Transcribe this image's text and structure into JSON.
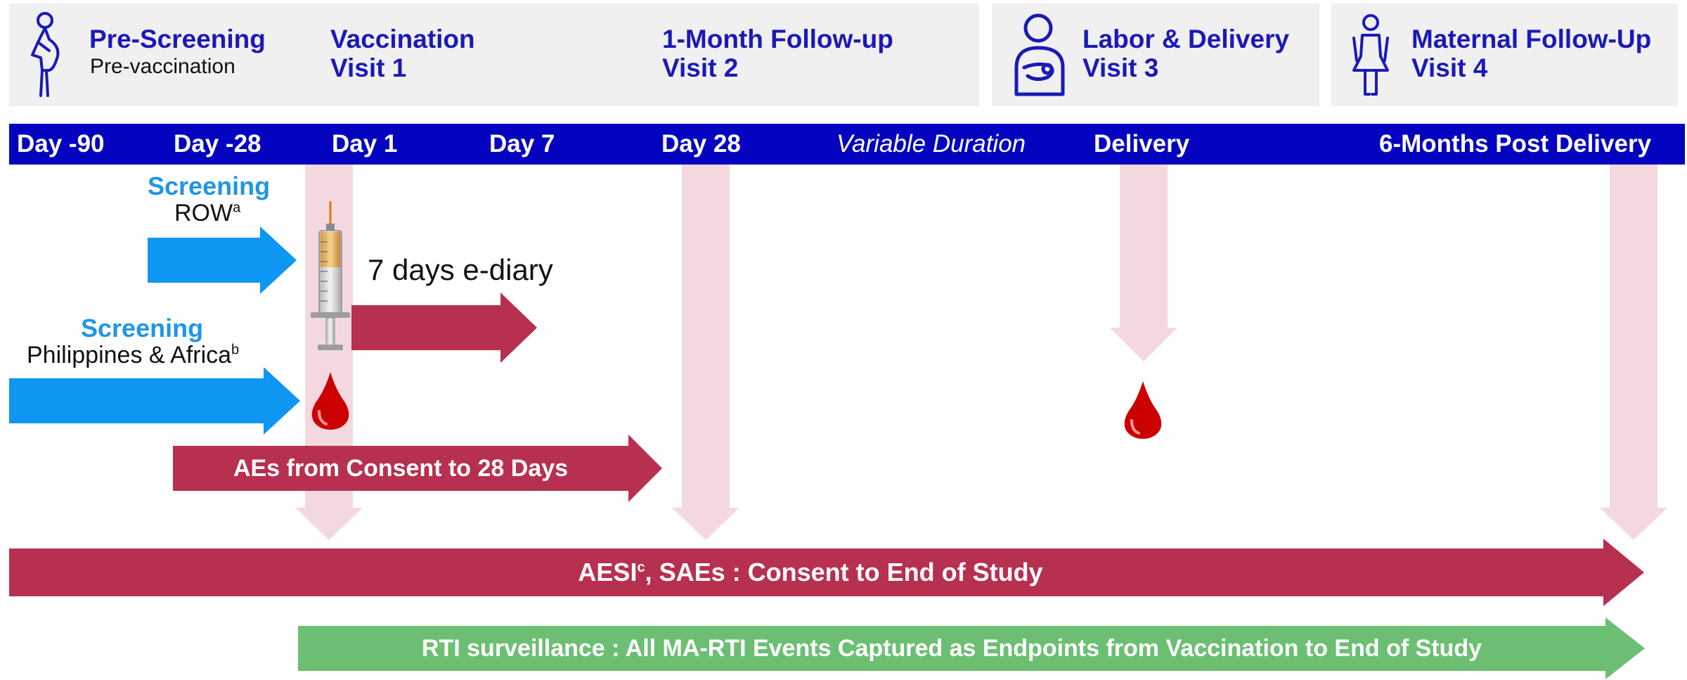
{
  "colors": {
    "header_bg": "#f0f0f0",
    "header_text": "#1a1ab8",
    "timeline_bar": "#0404c0",
    "screening_arrow": "#0d96f2",
    "crimson_arrow": "#b8304f",
    "green_arrow": "#6cbf72",
    "pink_arrow": "#f3d9df",
    "blood": "#cc0000"
  },
  "header": {
    "prescreening": {
      "title": "Pre-Screening",
      "subtitle": "Pre-vaccination",
      "icon": "pregnant-woman-icon"
    },
    "vaccination": {
      "title": "Vaccination",
      "subtitle": "Visit 1"
    },
    "followup": {
      "title": "1-Month Follow-up",
      "subtitle": "Visit 2"
    },
    "labor": {
      "title": "Labor & Delivery",
      "subtitle": "Visit 3",
      "icon": "mother-baby-icon"
    },
    "maternal": {
      "title": "Maternal Follow-Up",
      "subtitle": "Visit 4",
      "icon": "woman-icon"
    }
  },
  "timeline": {
    "day_m90": "Day -90",
    "day_m28": "Day -28",
    "day_1": "Day 1",
    "day_7": "Day 7",
    "day_28": "Day 28",
    "variable": "Variable Duration",
    "delivery": "Delivery",
    "post": "6-Months Post Delivery"
  },
  "screening_row": {
    "title": "Screening",
    "region": "ROW",
    "footnote": "a"
  },
  "screening_ph": {
    "title": "Screening",
    "region": "Philippines & Africa",
    "footnote": "b"
  },
  "ediary": "7 days e-diary",
  "aes_arrow": "AEs from Consent to 28 Days",
  "aesi_arrow": {
    "label_pre": "AESI",
    "footnote": "c",
    "label_post": ", SAEs : Consent to End of Study"
  },
  "rti_arrow": "RTI surveillance : All MA-RTI Events Captured as Endpoints from Vaccination to End of Study",
  "icons": [
    "syringe-icon",
    "blood-drop-icon"
  ]
}
